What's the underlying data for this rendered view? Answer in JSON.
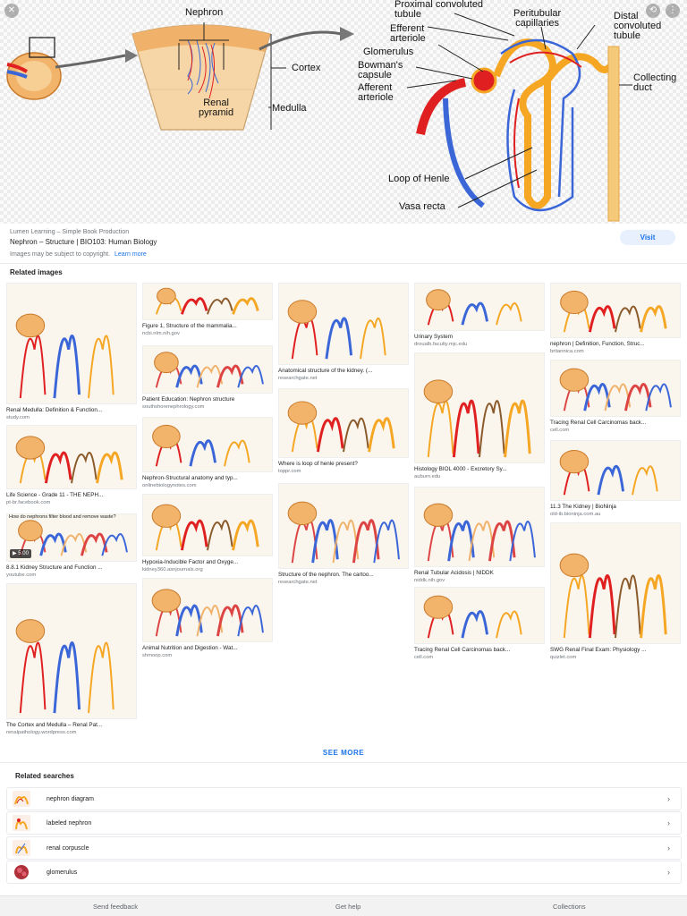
{
  "hero": {
    "labels": {
      "nephron": "Nephron",
      "cortex": "Cortex",
      "renal_pyramid": "Renal\npyramid",
      "medulla": "Medulla",
      "proximal": "Proximal convoluted\ntubule",
      "peritubular": "Peritubular\ncapillaries",
      "distal": "Distal\nconvoluted\ntubule",
      "efferent": "Efferent\narteriole",
      "glomerulus": "Glomerulus",
      "bowmans": "Bowman's\ncapsule",
      "afferent": "Afferent\narteriole",
      "collecting": "Collecting\nduct",
      "loop": "Loop of Henle",
      "vasa": "Vasa recta"
    }
  },
  "source": {
    "site": "Lumen Learning – Simple Book Production",
    "title": "Nephron – Structure | BIO103: Human Biology",
    "visit": "Visit",
    "copyright": "Images may be subject to copyright.",
    "learn_more": "Learn more"
  },
  "related_images": {
    "heading": "Related images",
    "items": [
      {
        "caption": "Renal Medulla: Definition & Function...",
        "domain": "study.com"
      },
      {
        "caption": "Life Science - Grade 11 - THE NEPH...",
        "domain": "pt-br.facebook.com"
      },
      {
        "caption": "8.8.1 Kidney Structure and Function ...",
        "domain": "youtube.com",
        "overlay_title": "How do nephrons filter blood and remove waste?",
        "duration": "5:00"
      },
      {
        "caption": "The Cortex and Medulla – Renal Pat...",
        "domain": "renalpathology.wordpress.com"
      },
      {
        "caption": "Figure 1, Structure of the mammalia...",
        "domain": "ncbi.nlm.nih.gov"
      },
      {
        "caption": "Patient Education: Nephron structure",
        "domain": "southshorenephrology.com"
      },
      {
        "caption": "Nephron-Structural anatomy and typ...",
        "domain": "onlinebiologynotes.com"
      },
      {
        "caption": "Hypoxia-Inducible Factor and Oxyge...",
        "domain": "kidney360.asnjournals.org"
      },
      {
        "caption": "Animal Nutrition and Digestion - Wat...",
        "domain": "shmoop.com"
      },
      {
        "caption": "Anatomical structure of the kidney. (...",
        "domain": "researchgate.net"
      },
      {
        "caption": "Where is loop of henle present?",
        "domain": "toppr.com"
      },
      {
        "caption": "Structure of the nephron. The cartoo...",
        "domain": "researchgate.net"
      },
      {
        "caption": "Urinary System",
        "domain": "droualb.faculty.mjc.edu"
      },
      {
        "caption": "Histology BIOL 4000 - Excretory Sy...",
        "domain": "auburn.edu"
      },
      {
        "caption": "Renal Tubular Acidosis | NIDDK",
        "domain": "niddk.nih.gov"
      },
      {
        "caption": "Tracing Renal Cell Carcinomas back...",
        "domain": "cell.com"
      },
      {
        "caption": "nephron | Definition, Function, Struc...",
        "domain": "britannica.com"
      },
      {
        "caption": "Tracing Renal Cell Carcinomas back...",
        "domain": "cell.com"
      },
      {
        "caption": "11.3 The Kidney | BioNinja",
        "domain": "old-ib.bioninja.com.au"
      },
      {
        "caption": "SWG Renal Final Exam: Physiology ...",
        "domain": "quizlet.com"
      }
    ],
    "see_more": "SEE MORE"
  },
  "related_searches": {
    "heading": "Related searches",
    "items": [
      {
        "label": "nephron diagram"
      },
      {
        "label": "labeled nephron"
      },
      {
        "label": "renal corpuscle"
      },
      {
        "label": "glomerulus"
      }
    ]
  },
  "footer": {
    "feedback": "Send feedback",
    "help": "Get help",
    "collections": "Collections"
  },
  "colors": {
    "accent": "#1a73e8",
    "artery": "#e02020",
    "vein": "#3a66d8",
    "tubule": "#f5a623"
  }
}
